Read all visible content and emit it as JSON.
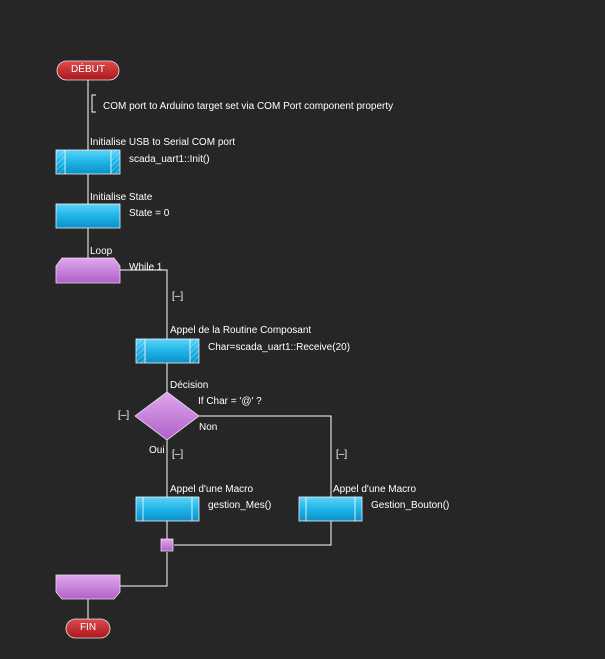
{
  "start": {
    "label": "DÉBUT"
  },
  "end": {
    "label": "FIN"
  },
  "comment": {
    "text": "COM port to Arduino target set via COM Port component property"
  },
  "init_usb": {
    "title": "Initialise USB to Serial COM port",
    "code": "scada_uart1::Init()"
  },
  "init_state": {
    "title": "Initialise State",
    "code": "State = 0"
  },
  "loop": {
    "title": "Loop",
    "condition": "While 1",
    "collapse": "[–]"
  },
  "receive": {
    "title": "Appel de la Routine Composant",
    "code": "Char=scada_uart1::Receive(20)"
  },
  "decision": {
    "title": "Décision",
    "condition": "If  Char = '@' ?",
    "yes": "Oui",
    "no": "Non",
    "collapse_left": "[–]",
    "collapse_yes": "[–]",
    "collapse_no": "[–]"
  },
  "macro_mes": {
    "title": "Appel d'une Macro",
    "code": "gestion_Mes()"
  },
  "macro_bouton": {
    "title": "Appel d'une Macro",
    "code": "Gestion_Bouton()"
  },
  "colors": {
    "background": "#262626",
    "terminal": "#c0272d",
    "process": "#1fb4e8",
    "loop_decision": "#c278d6",
    "line": "#ffffff"
  }
}
